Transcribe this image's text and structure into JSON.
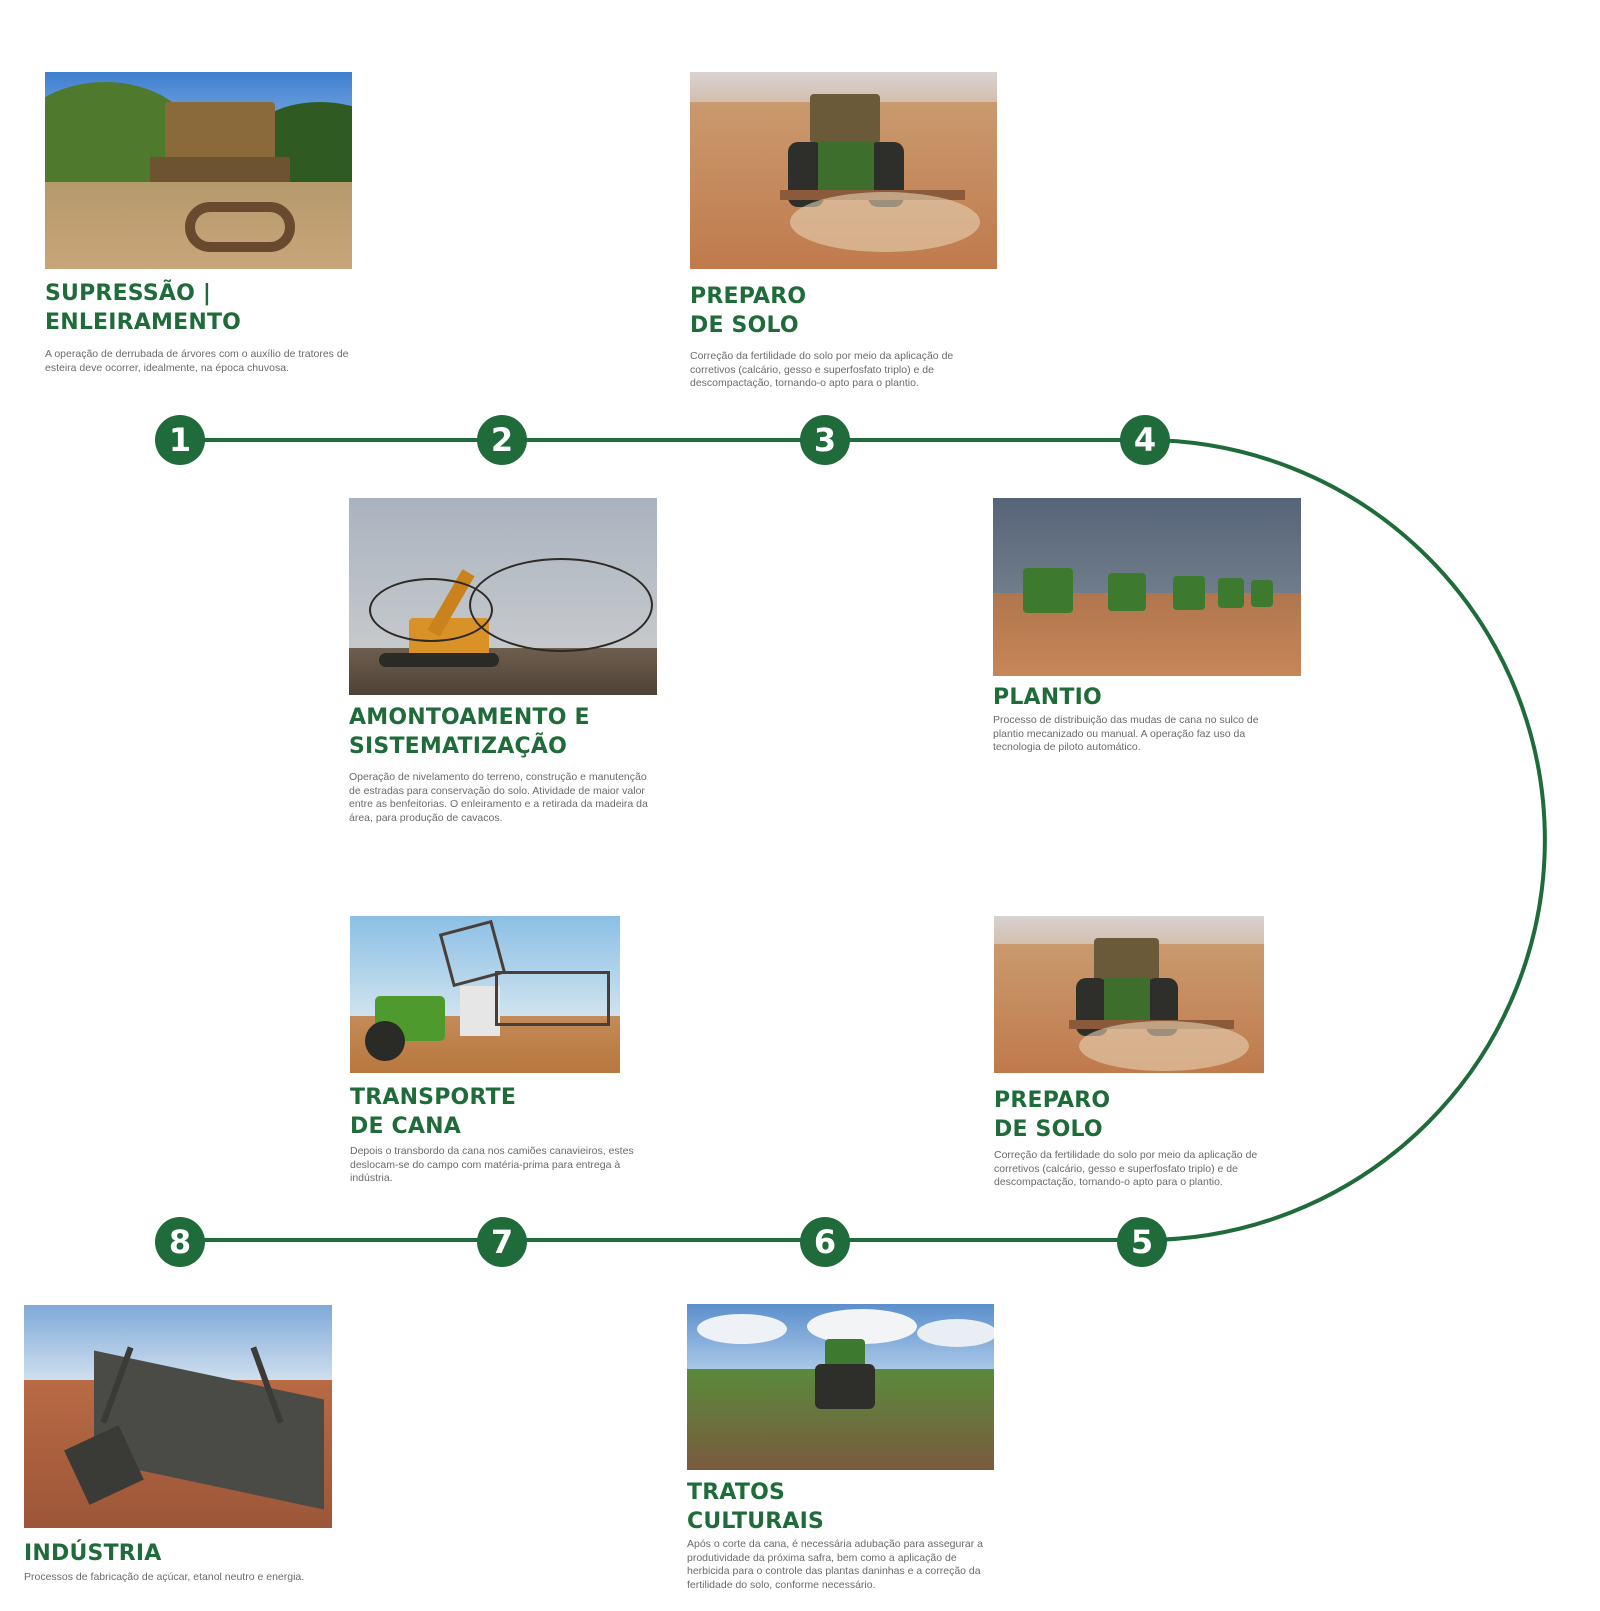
{
  "colors": {
    "accent": "#1f6b3a",
    "text_muted": "#6b6b6b",
    "background": "#ffffff"
  },
  "markers": [
    "1",
    "2",
    "3",
    "4",
    "5",
    "6",
    "7",
    "8"
  ],
  "steps": [
    {
      "title": "SUPRESSÃO |\nENLEIRAMENTO",
      "desc": "A operação de derrubada de árvores com o auxílio de tratores de esteira deve ocorrer, idealmente, na época chuvosa.",
      "image": "bulldozer clearing forest with chains"
    },
    {
      "title": "AMONTOAMENTO E\nSISTEMATIZAÇÃO",
      "desc": "Operação de nivelamento do terreno, construção e manutenção de estradas para conservação do solo. Atividade de maior valor entre as benfeitorias. O enleiramento e a retirada da madeira da área, para produção de cavacos.",
      "image": "excavator piling branches"
    },
    {
      "title": "PREPARO\nDE SOLO",
      "desc": "Correção da fertilidade do solo por meio da aplicação de corretivos (calcário, gesso e superfosfato triplo) e de descompactação, tornando-o apto para o plantio.",
      "image": "tractor with harrow on dry soil"
    },
    {
      "title": "PLANTIO",
      "desc": "Processo de distribuição das mudas de cana no sulco de plantio mecanizado ou manual. A operação faz uso da tecnologia de piloto automático.",
      "image": "row of planting tractors"
    },
    {
      "title": "PREPARO\nDE SOLO",
      "desc": "Correção da fertilidade do solo por meio da aplicação de corretivos (calcário, gesso e superfosfato triplo) e de descompactação, tornando-o apto para o plantio.",
      "image": "tractor with harrow on dry soil"
    },
    {
      "title": "TRATOS\nCULTURAIS",
      "desc": "Após o corte da cana, é necessária adubação para assegurar a produtividade da próxima safra, bem como a aplicação de herbicida para o controle das plantas daninhas e a correção da fertilidade do solo, conforme necessário.",
      "image": "tractor in young cane field"
    },
    {
      "title": "TRANSPORTE\nDE CANA",
      "desc": "Depois o transbordo da cana nos camiões canavieiros, estes deslocam-se do campo com matéria-prima para entrega à indústria.",
      "image": "cane trucks loading"
    },
    {
      "title": "INDÚSTRIA",
      "desc": "Processos de fabricação de açúcar, etanol neutro e energia.",
      "image": "industrial cane reception area"
    }
  ]
}
